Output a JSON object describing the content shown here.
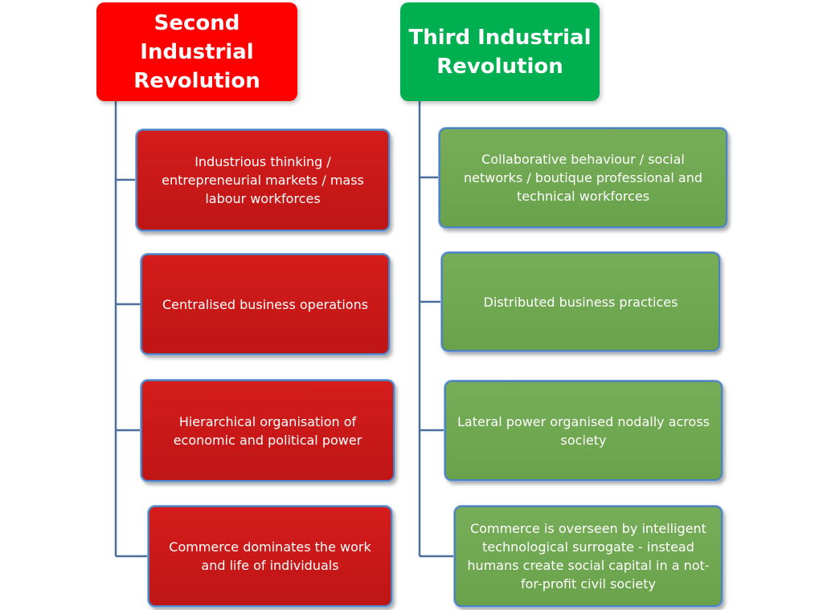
{
  "columns": [
    {
      "title": "Second Industrial Revolution",
      "color": "#fe0000",
      "box_color": "#c41818",
      "items": [
        "Industrious thinking / entrepreneurial markets / mass labour workforces",
        "Centralised business operations",
        "Hierarchical organisation of economic and political power",
        "Commerce dominates the work and life of individuals"
      ]
    },
    {
      "title": "Third Industrial Revolution",
      "color": "#00b050",
      "box_color": "#70a852",
      "items": [
        "Collaborative behaviour / social networks / boutique professional and technical workforces",
        "Distributed business practices",
        "Lateral power organised nodally across society",
        "Commerce is overseen by intelligent technological surrogate - instead humans create social capital in a not-for-profit civil society"
      ]
    }
  ],
  "connector_color": "#4a6f9c"
}
